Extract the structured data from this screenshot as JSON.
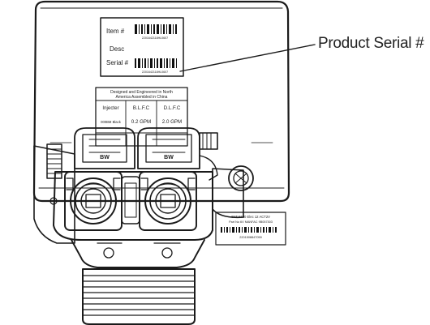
{
  "callout": {
    "label": "Product Serial #"
  },
  "top_label": {
    "item_label": "Item #",
    "desc_label": "Desc",
    "serial_label": "Serial #",
    "barcode_text_1": "2201642118HL0607",
    "barcode_text_2": "2201642118HL0607"
  },
  "spec_label": {
    "origin_line_1": "Designed and Engineered in North",
    "origin_line_2": "America Assembled in China",
    "col_injector": "Injecter",
    "col_blfc": "B.L.F.C",
    "col_dlfc": "D.L.F.C",
    "injector_value": "000BM Black",
    "blfc_value": "0.2 GPM",
    "dlfc_value": "2.0 GPM"
  },
  "side_label": {
    "line_1": "6NT 5600 Elec 12 ACT2V",
    "line_2": "Part No 6V MANFAC 9B057303",
    "barcode_text": "2201508847059"
  },
  "valve_marking": "BW"
}
